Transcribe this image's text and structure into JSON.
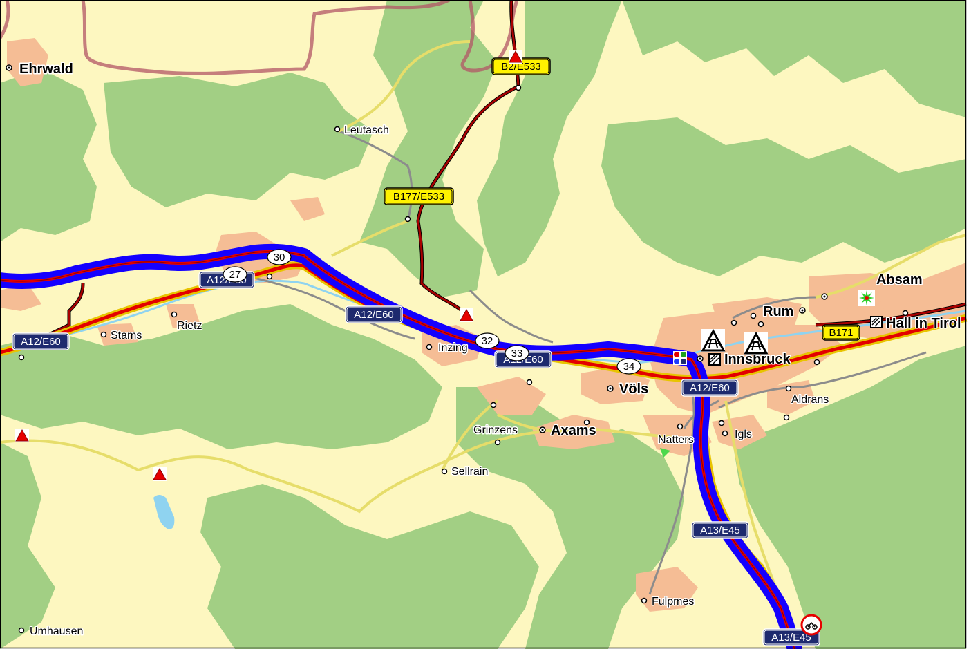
{
  "map": {
    "colors": {
      "land": "#fdf7c0",
      "forest": "#a2cf84",
      "urban": "#f5bd95",
      "water": "#8fd3f0",
      "motorway_route": "#1400ff",
      "motorway_core": "#e30000",
      "motorway_casing": "#e8c400",
      "primary_road": "#a80000",
      "secondary_road": "#e6dd6a",
      "minor_road": "#8c8c8c",
      "border": "#b25565"
    },
    "places": [
      {
        "name": "Ehrwald",
        "major": true
      },
      {
        "name": "Leutasch",
        "major": false
      },
      {
        "name": "Stams",
        "major": false
      },
      {
        "name": "Rietz",
        "major": false
      },
      {
        "name": "Inzing",
        "major": false
      },
      {
        "name": "Völs",
        "major": true
      },
      {
        "name": "Innsbruck",
        "major": true
      },
      {
        "name": "Rum",
        "major": true
      },
      {
        "name": "Absam",
        "major": true
      },
      {
        "name": "Hall in Tirol",
        "major": true
      },
      {
        "name": "Aldrans",
        "major": false
      },
      {
        "name": "Igls",
        "major": false
      },
      {
        "name": "Natters",
        "major": false
      },
      {
        "name": "Grinzens",
        "major": false
      },
      {
        "name": "Axams",
        "major": true
      },
      {
        "name": "Sellrain",
        "major": false
      },
      {
        "name": "Fulpmes",
        "major": false
      },
      {
        "name": "Umhausen",
        "major": false
      }
    ],
    "road_shields": [
      {
        "label": "B2/E533",
        "type": "national"
      },
      {
        "label": "B177/E533",
        "type": "national"
      },
      {
        "label": "B171",
        "type": "national"
      },
      {
        "label": "A12/E60",
        "type": "motorway"
      },
      {
        "label": "A12/E60",
        "type": "motorway"
      },
      {
        "label": "A12/E60",
        "type": "motorway"
      },
      {
        "label": "A12/E60",
        "type": "motorway"
      },
      {
        "label": "A12/E60",
        "type": "motorway"
      },
      {
        "label": "A13/E45",
        "type": "motorway"
      },
      {
        "label": "A13/E45",
        "type": "motorway"
      }
    ],
    "exits": [
      "30",
      "27",
      "32",
      "33",
      "34"
    ],
    "icons": [
      {
        "name": "warning-triangle-icon"
      },
      {
        "name": "warning-triangle-icon"
      },
      {
        "name": "warning-triangle-icon"
      },
      {
        "name": "warning-triangle-icon"
      },
      {
        "name": "traffic-jam-icon"
      },
      {
        "name": "traffic-jam-icon"
      },
      {
        "name": "interchange-icon"
      },
      {
        "name": "poi-square-icon"
      },
      {
        "name": "poi-square-icon"
      },
      {
        "name": "poi-star-icon"
      },
      {
        "name": "no-motorcycles-icon"
      }
    ]
  }
}
